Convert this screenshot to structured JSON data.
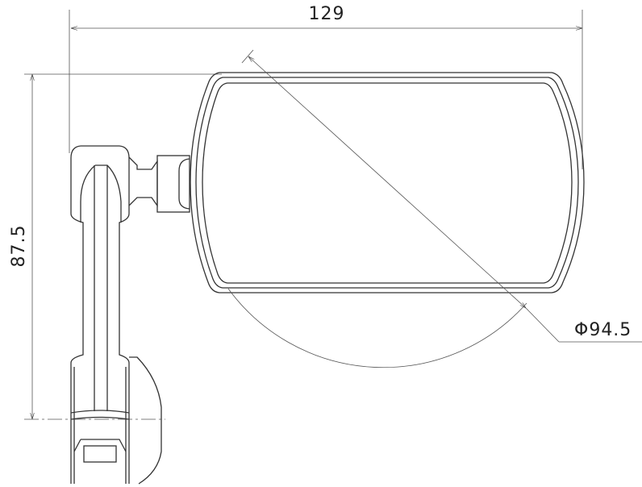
{
  "drawing": {
    "dimensions": {
      "width": "129",
      "height": "87.5",
      "diameter": "Φ94.5"
    },
    "line_color": "#333333",
    "background": "#ffffff"
  }
}
